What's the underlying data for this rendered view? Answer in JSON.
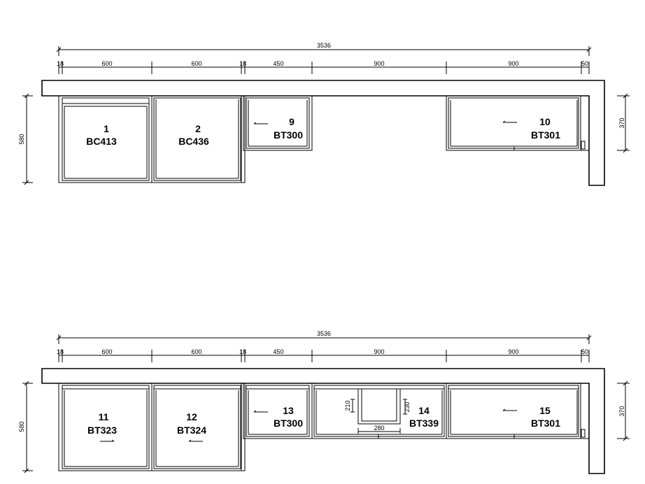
{
  "views": [
    {
      "name": "upper",
      "overall": "3536",
      "segments": [
        "18",
        "600",
        "600",
        "18",
        "450",
        "900",
        "900",
        "50"
      ],
      "left_height": "580",
      "right_height": "370",
      "units": [
        {
          "num": "1",
          "code": "BC413"
        },
        {
          "num": "2",
          "code": "BC436"
        },
        {
          "num": "9",
          "code": "BT300"
        },
        {
          "num": "10",
          "code": "BT301"
        }
      ]
    },
    {
      "name": "lower",
      "overall": "3536",
      "segments": [
        "18",
        "600",
        "600",
        "18",
        "450",
        "900",
        "900",
        "50"
      ],
      "left_height": "580",
      "right_height": "370",
      "units": [
        {
          "num": "11",
          "code": "BT323"
        },
        {
          "num": "12",
          "code": "BT324"
        },
        {
          "num": "13",
          "code": "BT300"
        },
        {
          "num": "14",
          "code": "BT339"
        },
        {
          "num": "15",
          "code": "BT301"
        }
      ],
      "opening": {
        "w": "280",
        "h_left": "210",
        "h_right": "230"
      }
    }
  ]
}
